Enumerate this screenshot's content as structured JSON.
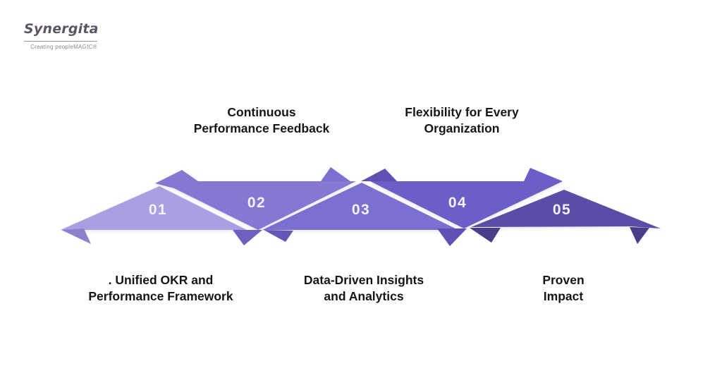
{
  "logo": {
    "brand": "Synergita",
    "tagline": "Creating peopleMAGIC®",
    "icon": "swirl-person-icon",
    "brand_color": "#5c5564",
    "icon_color": "#8b2fa5"
  },
  "colors": {
    "step1": "#ab9fe1",
    "step1_dark": "#8d81cd",
    "step2": "#8478d3",
    "step2_dark": "#6e61bf",
    "step3": "#7b6fcf",
    "step3_dark": "#6257b6",
    "step4": "#6c5ec7",
    "step4_dark": "#5e51b3",
    "step5": "#5b4da7",
    "step5_dark": "#4a3d8c",
    "number_text": "#f4f2fb",
    "label_text": "#161616"
  },
  "steps": [
    {
      "number": "01",
      "label": ". Unified OKR and\nPerformance Framework",
      "label_position": "bottom"
    },
    {
      "number": "02",
      "label": "Continuous\nPerformance Feedback",
      "label_position": "top"
    },
    {
      "number": "03",
      "label": "Data-Driven Insights\nand Analytics",
      "label_position": "bottom"
    },
    {
      "number": "04",
      "label": "Flexibility for Every\nOrganization",
      "label_position": "top"
    },
    {
      "number": "05",
      "label": "Proven\nImpact",
      "label_position": "bottom"
    }
  ]
}
